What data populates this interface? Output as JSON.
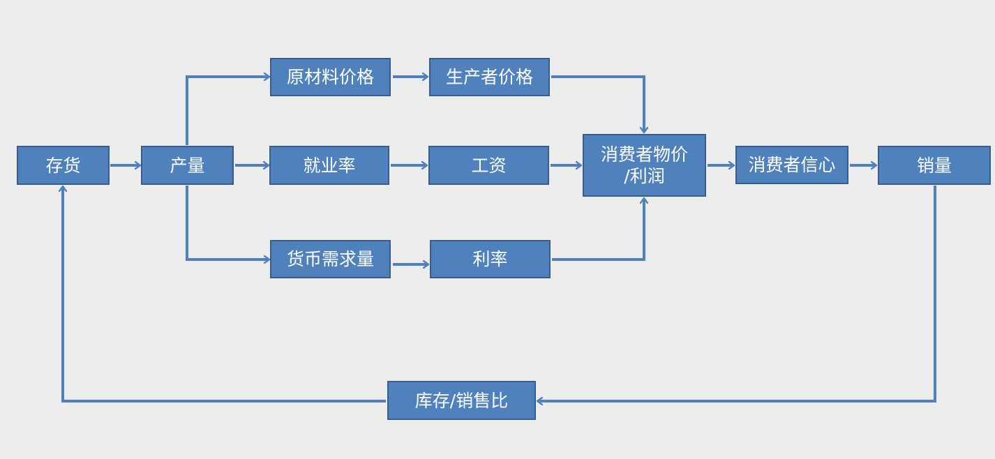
{
  "nodes": {
    "cunhuo": "存货",
    "chanliang": "产量",
    "yuancailiao_jiage": "原材料价格",
    "shengchanzhe_jiage": "生产者价格",
    "jiuyelv": "就业率",
    "gongzi": "工资",
    "huobi_xuqiu": "货币需求量",
    "lilv": "利率",
    "xiaofei_wujia_lirun": "消费者物价\n/利润",
    "xiaofeizhe_xinxin": "消费者信心",
    "xiaoliang": "销量",
    "kucun_xiaoshou_bi": "库存/销售比"
  },
  "edges": [
    {
      "from": "存货",
      "to": "产量"
    },
    {
      "from": "产量",
      "to": "原材料价格"
    },
    {
      "from": "产量",
      "to": "就业率"
    },
    {
      "from": "产量",
      "to": "货币需求量"
    },
    {
      "from": "原材料价格",
      "to": "生产者价格"
    },
    {
      "from": "就业率",
      "to": "工资"
    },
    {
      "from": "货币需求量",
      "to": "利率"
    },
    {
      "from": "生产者价格",
      "to": "消费者物价/利润"
    },
    {
      "from": "工资",
      "to": "消费者物价/利润"
    },
    {
      "from": "利率",
      "to": "消费者物价/利润"
    },
    {
      "from": "消费者物价/利润",
      "to": "消费者信心"
    },
    {
      "from": "消费者信心",
      "to": "销量"
    },
    {
      "from": "销量",
      "to": "库存/销售比"
    },
    {
      "from": "库存/销售比",
      "to": "存货"
    }
  ],
  "colors": {
    "background": "#ececec",
    "node_fill": "#4f81bd",
    "node_border": "#385d8a",
    "node_text": "#ffffff",
    "arrow": "#4f81bd"
  }
}
